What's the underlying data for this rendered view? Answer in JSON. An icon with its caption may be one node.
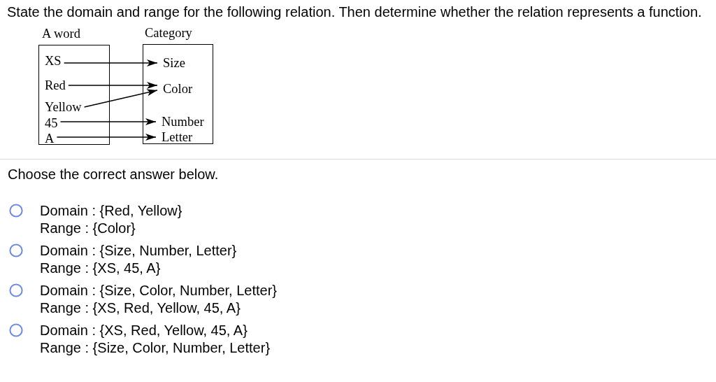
{
  "diagram": {
    "nodes": [
      {
        "text": [
          "A word"
        ]
      },
      {
        "text": [
          "XS"
        ],
        "in": 0
      },
      {
        "text": [
          "Red"
        ],
        "in": 0
      },
      {
        "text": [
          "Yellow"
        ],
        "in": 0
      },
      {
        "text": [
          "45"
        ],
        "in": 0
      },
      {
        "text": [
          "A"
        ],
        "in": 0
      },
      {
        "text": [
          "Category"
        ]
      },
      {
        "text": [
          "Size"
        ],
        "in": 6
      },
      {
        "text": [
          "Color"
        ],
        "in": 6
      },
      {
        "text": [
          "Number"
        ],
        "in": 6
      },
      {
        "text": [
          "Letter"
        ],
        "in": 6
      }
    ],
    "edges": [
      {
        "from": 1,
        "to": 7,
        "arrow": "to"
      },
      {
        "from": 2,
        "to": 8,
        "arrow": "to"
      },
      {
        "from": 3,
        "to": 8,
        "arrow": "to"
      },
      {
        "from": 4,
        "to": 9,
        "arrow": "to"
      },
      {
        "from": 5,
        "to": 10,
        "arrow": "to"
      }
    ],
    "labels": [
      "State the domain and range for the following relation. Then determine whether the relation represents a function.",
      "Choose the correct answer below.",
      "Domain : {Red, Yellow}",
      "Range : {Color}",
      "Domain : {Size, Number, Letter}",
      "Range : {XS, 45, A}",
      "Domain : {Size, Color, Number, Letter}",
      "Range : {XS, Red, Yellow, 45, A}",
      "Domain : {XS, Red, Yellow, 45, A}",
      "Range : {Size, Color, Number, Letter}"
    ]
  }
}
